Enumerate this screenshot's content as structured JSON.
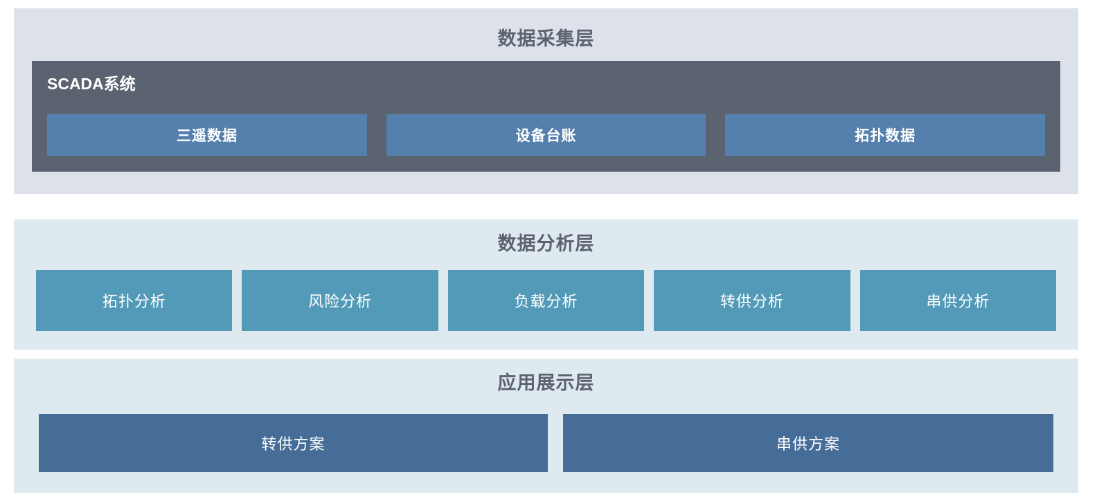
{
  "diagram": {
    "type": "layered-architecture",
    "layers": [
      {
        "id": "collection",
        "title": "数据采集层",
        "panel_color": "#dde1ea",
        "subpanel": {
          "title": "SCADA系统",
          "color": "#5c6370",
          "boxes": [
            {
              "label": "三遥数据",
              "color": "#5580ad"
            },
            {
              "label": "设备台账",
              "color": "#5580ad"
            },
            {
              "label": "拓扑数据",
              "color": "#5580ad"
            }
          ]
        }
      },
      {
        "id": "analysis",
        "title": "数据分析层",
        "panel_color": "#dfeaf0",
        "boxes": [
          {
            "label": "拓扑分析",
            "color": "#529ab8"
          },
          {
            "label": "风险分析",
            "color": "#529ab8"
          },
          {
            "label": "负载分析",
            "color": "#529ab8"
          },
          {
            "label": "转供分析",
            "color": "#529ab8"
          },
          {
            "label": "串供分析",
            "color": "#529ab8"
          }
        ]
      },
      {
        "id": "application",
        "title": "应用展示层",
        "panel_color": "#dfeaf0",
        "boxes": [
          {
            "label": "转供方案",
            "color": "#466c98"
          },
          {
            "label": "串供方案",
            "color": "#466c98"
          }
        ]
      }
    ]
  }
}
